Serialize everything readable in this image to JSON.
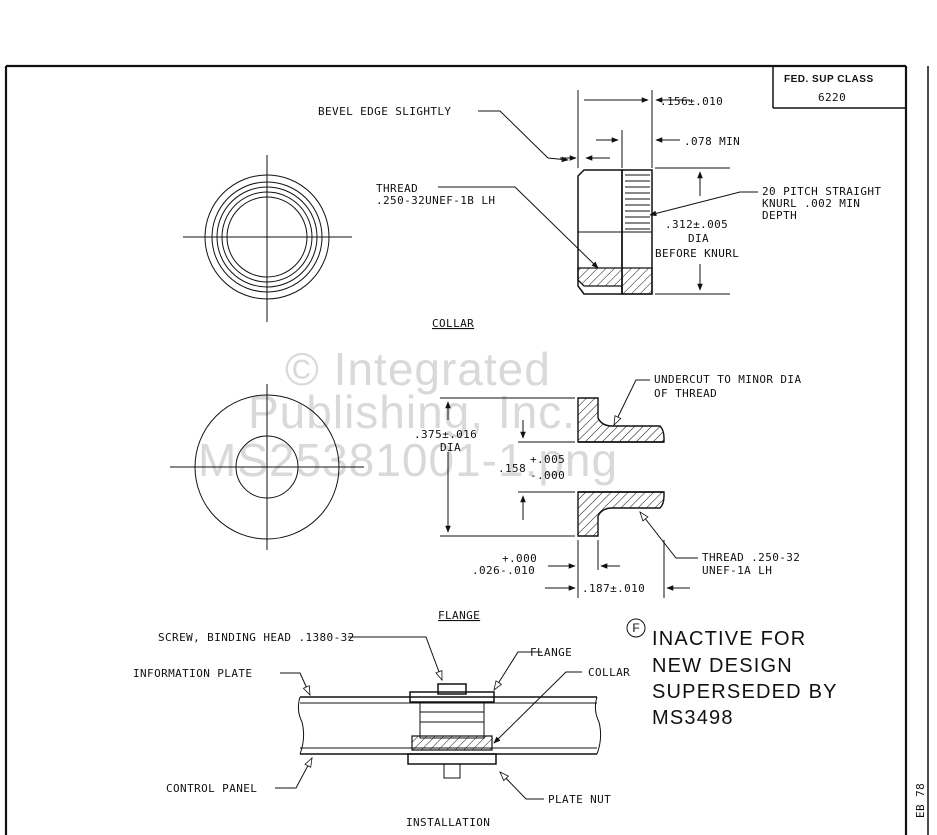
{
  "title_block": {
    "fed_sup_class_label": "FED. SUP CLASS",
    "fed_sup_class_value": "6220"
  },
  "side_stamp": "EB 78",
  "watermark": {
    "line1": "© Integrated",
    "line2": "Publishing, Inc.",
    "line3": "MS25381001-1.png"
  },
  "collar": {
    "title": "COLLAR",
    "bevel_note": "BEVEL EDGE SLIGHTLY",
    "length_dim": ".156±.010",
    "knurl_min_dim": ".078 MIN",
    "thread_line1": "THREAD",
    "thread_line2": ".250-32UNEF-1B LH",
    "knurl_line1": "20 PITCH STRAIGHT",
    "knurl_line2": "KNURL .002 MIN",
    "knurl_line3": "DEPTH",
    "dia_line1": ".312±.005",
    "dia_line2": "DIA",
    "dia_line3": "BEFORE KNURL"
  },
  "flange": {
    "title": "FLANGE",
    "undercut_line1": "UNDERCUT TO MINOR DIA",
    "undercut_line2": "OF THREAD",
    "outer_dia_line1": ".375±.016",
    "outer_dia_line2": "DIA",
    "bore_dia_value": ".158",
    "bore_tol_plus": "+.005",
    "bore_tol_minus": "-.000",
    "thread_line1": "THREAD .250-32",
    "thread_line2": "UNEF-1A LH",
    "flange_thk_tol": "+.000",
    "flange_thk_value": ".026-.010",
    "length_dim": ".187±.010"
  },
  "installation": {
    "title": "INSTALLATION",
    "screw_label": "SCREW, BINDING HEAD .1380-32",
    "flange_label": "FLANGE",
    "collar_label": "COLLAR",
    "info_plate_label": "INFORMATION PLATE",
    "control_panel_label": "CONTROL PANEL",
    "plate_nut_label": "PLATE NUT"
  },
  "status_note": {
    "symbol": "F",
    "line1": "INACTIVE FOR",
    "line2": "NEW DESIGN",
    "line3": "SUPERSEDED BY",
    "line4": "MS3498"
  }
}
